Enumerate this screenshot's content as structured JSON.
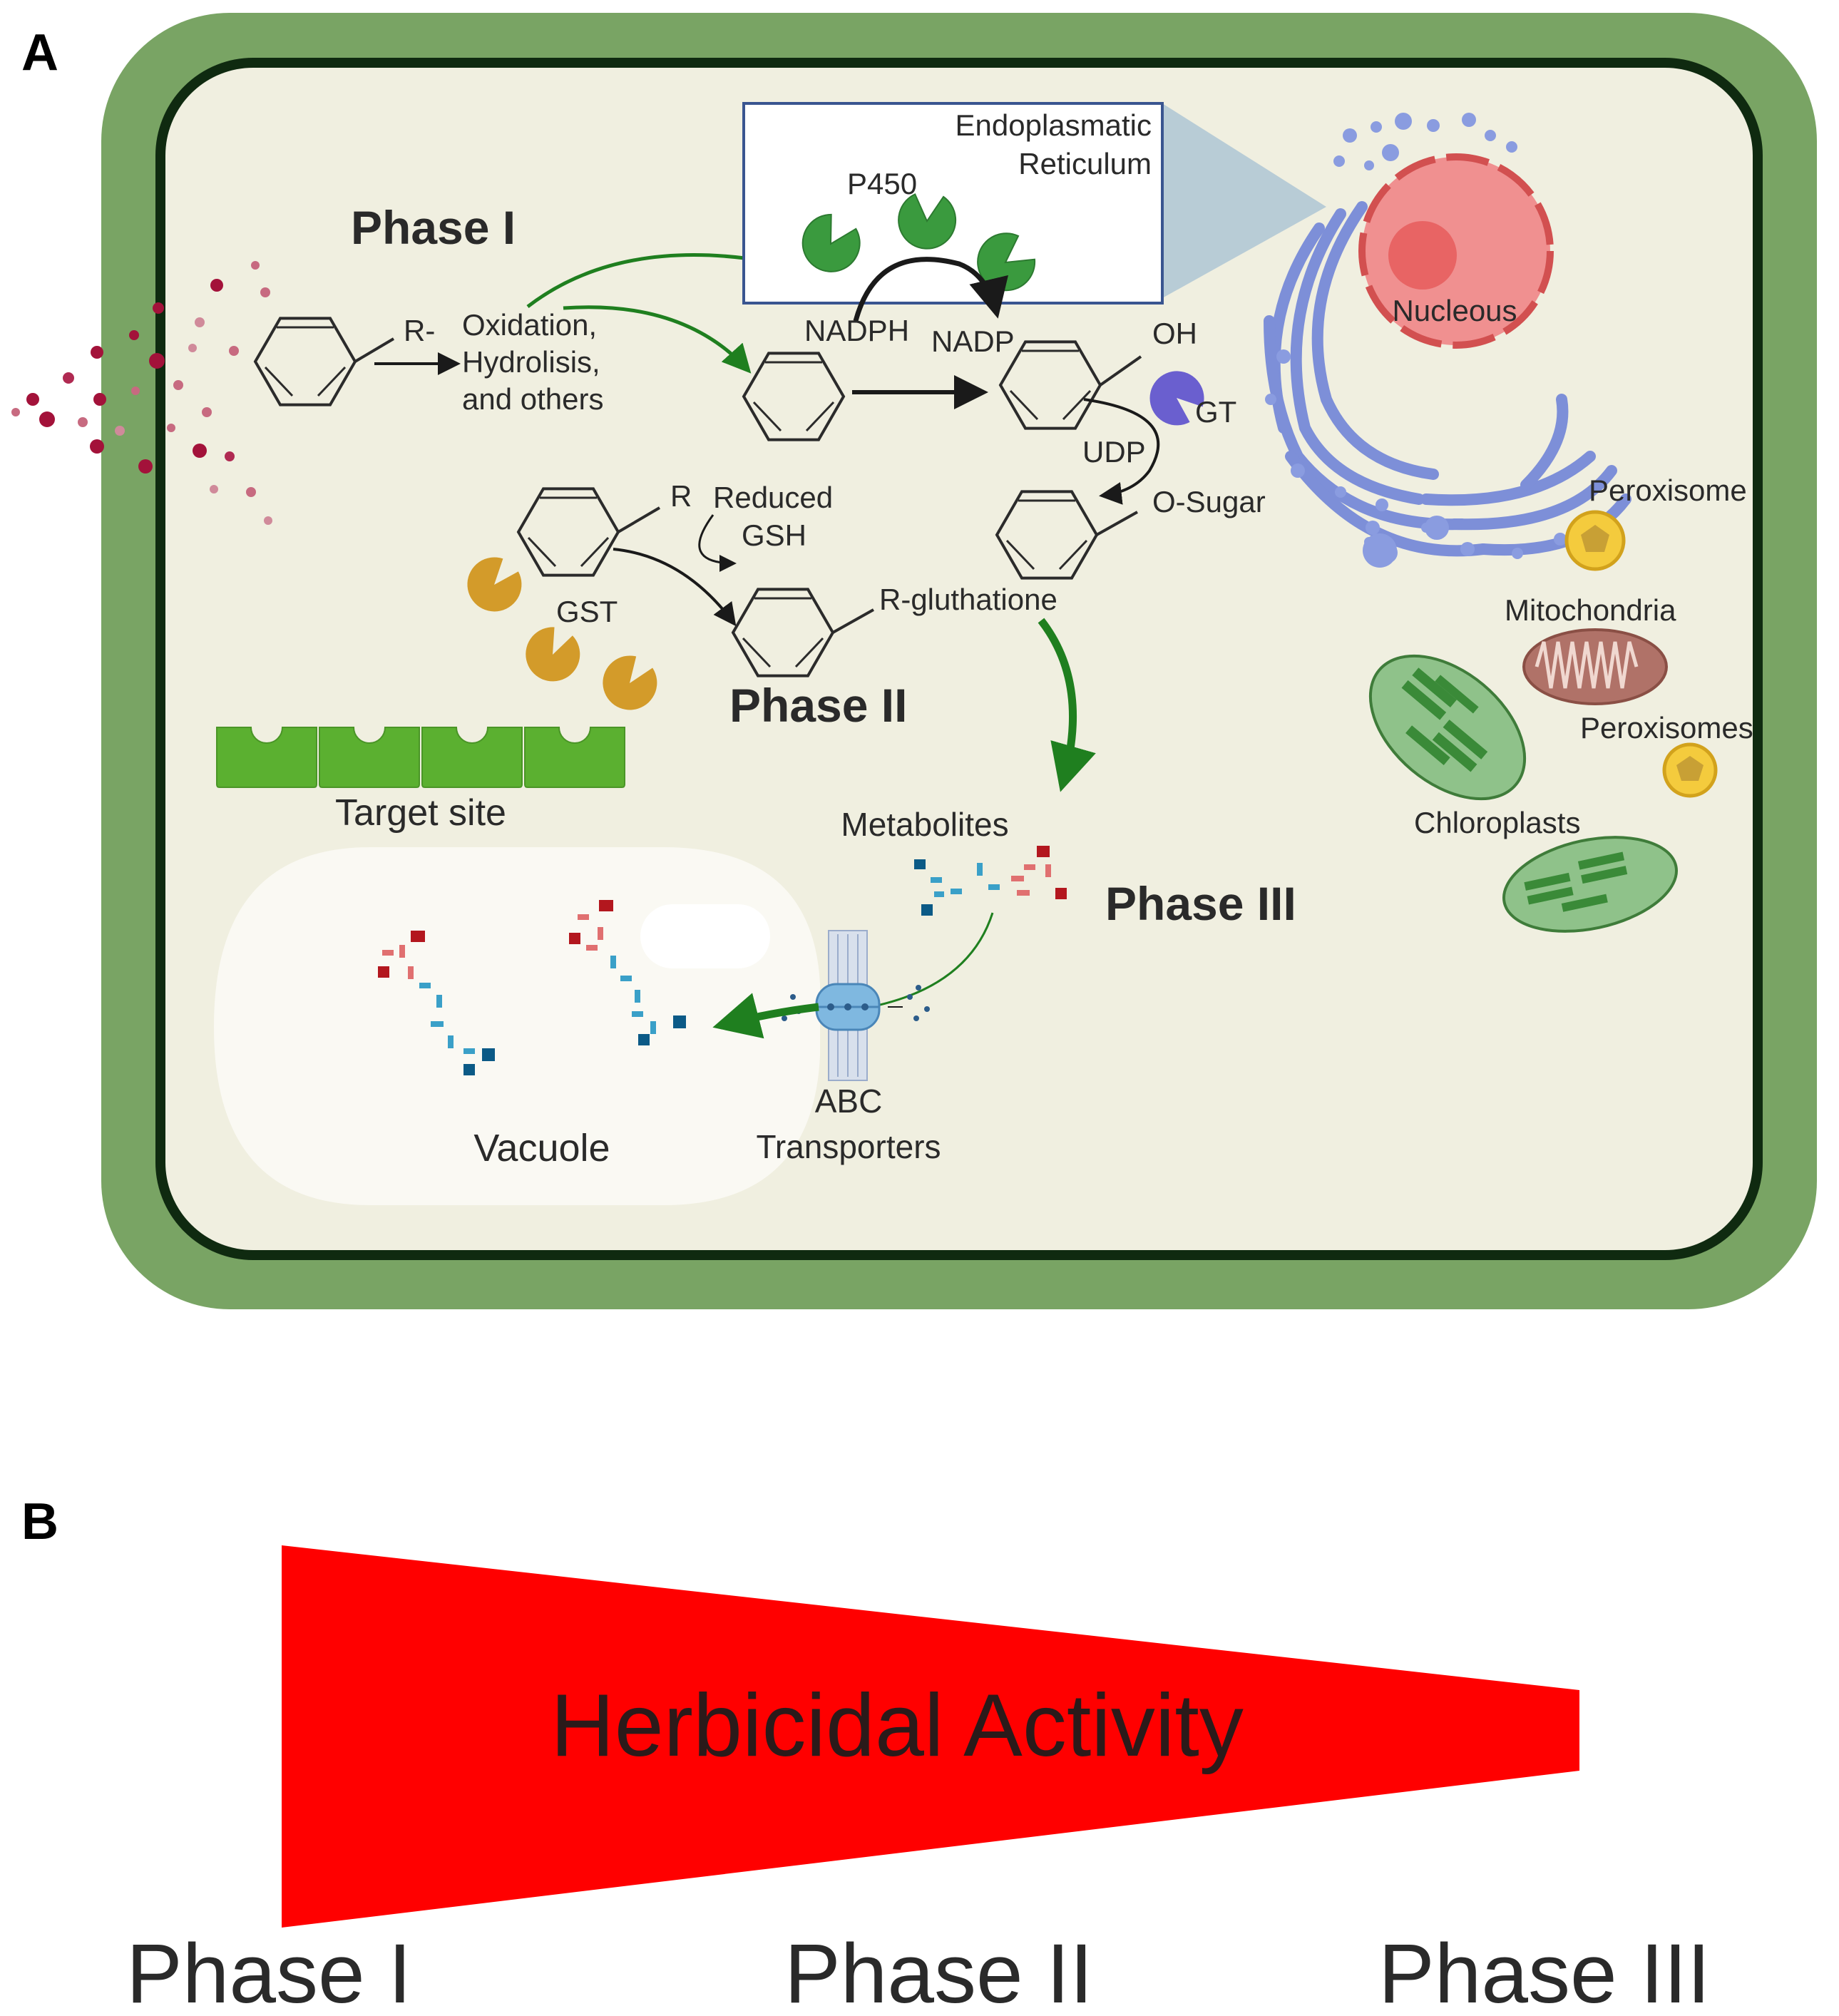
{
  "panel_a": {
    "label": "A",
    "phase1": "Phase I",
    "phase2": "Phase II",
    "phase3": "Phase III",
    "r_substituent": "R-",
    "reaction_oxidation": "Oxidation,",
    "reaction_hydrolysis": "Hydrolisis,",
    "reaction_others": "and others",
    "er_line1": "Endoplasmatic",
    "er_line2": "Reticulum",
    "p450": "P450",
    "nadph": "NADPH",
    "nadp": "NADP",
    "oh": "OH",
    "gt": "GT",
    "udp": "UDP",
    "o_sugar": "O-Sugar",
    "r": "R",
    "reduced": "Reduced",
    "gsh": "GSH",
    "gst": "GST",
    "r_gluthatione": "R-gluthatione",
    "target_site": "Target site",
    "metabolites": "Metabolites",
    "abc1": "ABC",
    "abc2": "Transporters",
    "vacuole": "Vacuole",
    "nucleous": "Nucleous",
    "peroxisome": "Peroxisome",
    "mitochondria": "Mitochondria",
    "peroxisomes": "Peroxisomes",
    "chloroplasts": "Chloroplasts"
  },
  "panel_b": {
    "label": "B",
    "activity": "Herbicidal Activity",
    "phases": [
      "Phase I",
      "Phase II",
      "Phase III"
    ]
  },
  "colors": {
    "cell_wall": "#79a464",
    "cytoplasm": "#f0efe0",
    "activity_wedge": "#ff0000",
    "p450_enzyme": "#3a9a3e",
    "gst_enzyme": "#d39b2a",
    "gt_enzyme": "#6a5fcf",
    "target_site": "#5bb030",
    "arrow_green": "#1f7f1f"
  }
}
